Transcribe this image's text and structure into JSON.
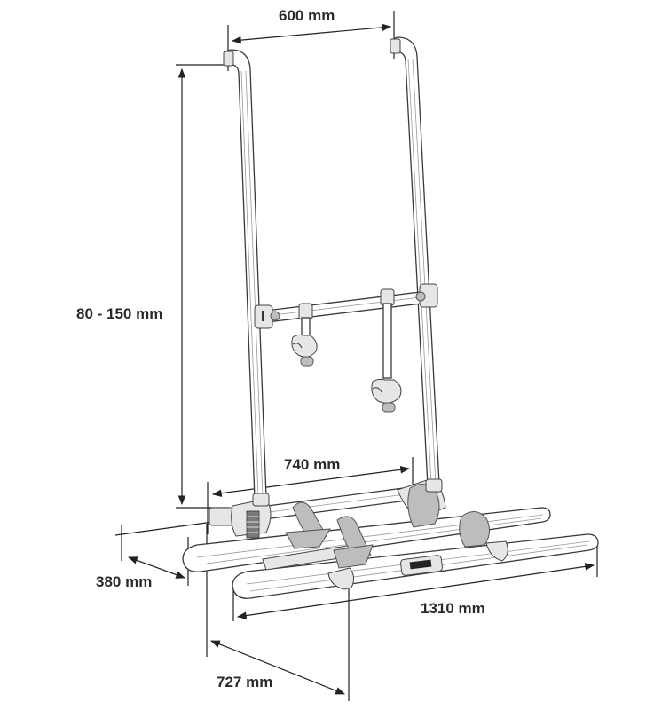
{
  "diagram": {
    "subject": "bike carrier rack with two cradles and frame holders",
    "dimensions": {
      "top_width": "600 mm",
      "height_range": "80 - 150 mm",
      "rail_spacing_width": "740 mm",
      "depth": "380 mm",
      "length": "1310 mm",
      "overall_depth": "727 mm"
    },
    "colors": {
      "line": "#222222",
      "part_gray": "#bdbdbd",
      "background": "#ffffff"
    }
  }
}
